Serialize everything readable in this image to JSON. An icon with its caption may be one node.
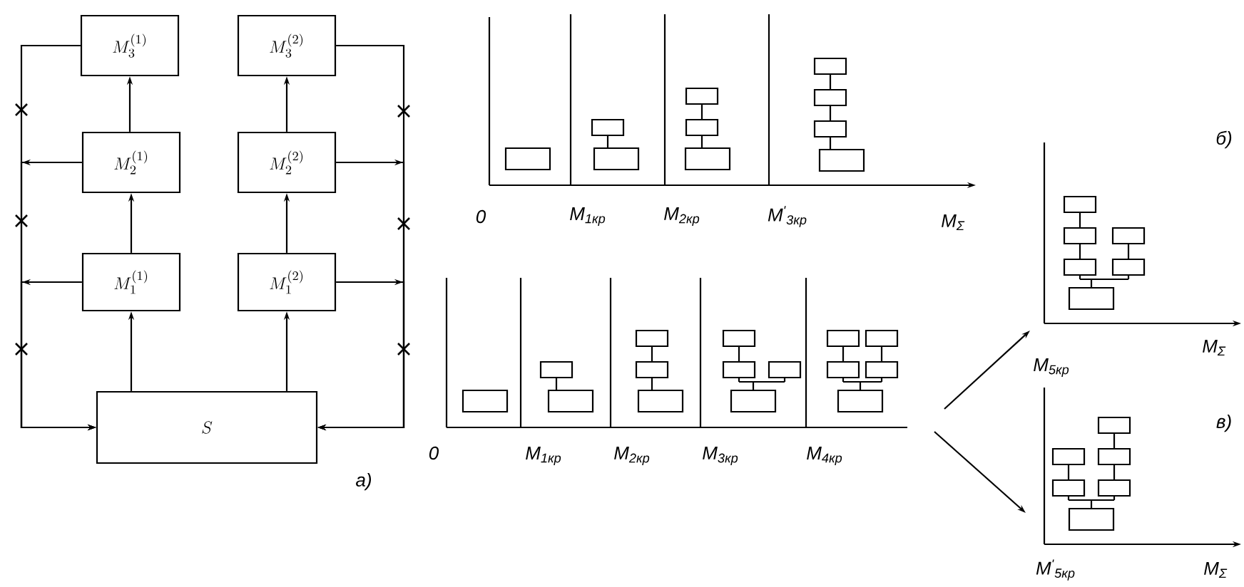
{
  "diagram": {
    "nodes": [
      {
        "text": [
          "M_3^{(1)}"
        ]
      },
      {
        "text": [
          "M_3^{(2)}"
        ]
      },
      {
        "text": [
          "M_2^{(1)}"
        ]
      },
      {
        "text": [
          "M_2^{(2)}"
        ]
      },
      {
        "text": [
          "M_1^{(1)}"
        ]
      },
      {
        "text": [
          "M_1^{(2)}"
        ]
      },
      {
        "text": [
          "S"
        ]
      }
    ],
    "edges": [
      {
        "from": 6,
        "to": 4,
        "arrow": "to"
      },
      {
        "from": 4,
        "to": 2,
        "arrow": "to"
      },
      {
        "from": 2,
        "to": 0,
        "arrow": "to"
      },
      {
        "from": 6,
        "to": 5,
        "arrow": "to"
      },
      {
        "from": 5,
        "to": 3,
        "arrow": "to"
      },
      {
        "from": 3,
        "to": 1,
        "arrow": "to"
      },
      {
        "from": 0,
        "to": 6,
        "arrow": "to"
      },
      {
        "from": 2,
        "to": 6,
        "arrow": "to"
      },
      {
        "from": 4,
        "to": 6,
        "arrow": "to"
      },
      {
        "from": 1,
        "to": 6,
        "arrow": "to"
      },
      {
        "from": 3,
        "to": 6,
        "arrow": "to"
      },
      {
        "from": 5,
        "to": 6,
        "arrow": "to"
      }
    ],
    "labels": [
      "а)",
      "0",
      "*M*$_{1кр}$",
      "*M*$_{2кр}$",
      "*M*$^{'}$$_{3кр}$",
      "*M*$_{Σ}$",
      "б)",
      "0",
      "*M*$_{1кр}$",
      "*M*$_{2кр}$",
      "*M*$_{3кр}$",
      "*M*$_{4кр}$",
      "*M*$_{5кр}$",
      "*M*$_{Σ}$",
      "в)",
      "*M*$^{'}$$_{5кр}$",
      "*M*$_{Σ}$"
    ]
  }
}
